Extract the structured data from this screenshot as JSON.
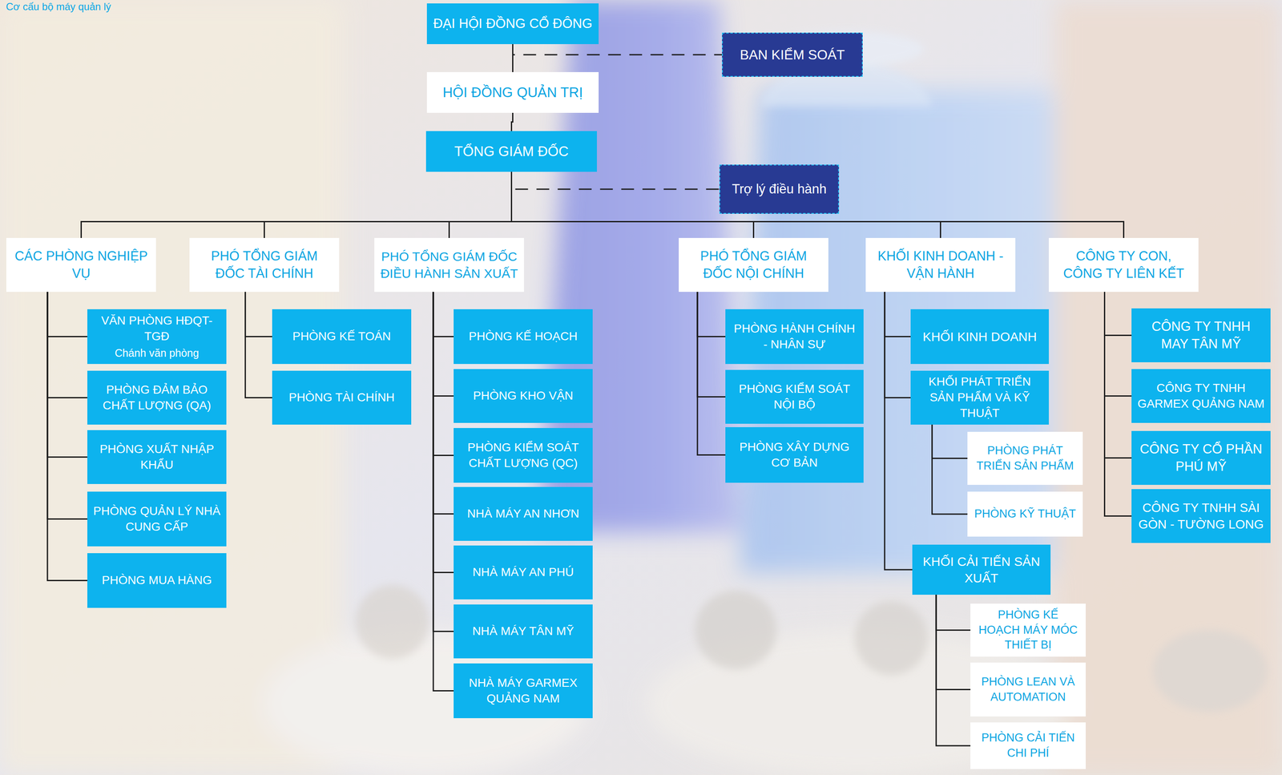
{
  "diagram": {
    "title": "Cơ cấu bộ máy quản lý",
    "nodes": [
      {
        "text": [
          "ĐẠI HỘI ĐỒNG CỔ ĐÔNG"
        ]
      },
      {
        "text": [
          "BAN KIỂM SOÁT"
        ]
      },
      {
        "text": [
          "HỘI ĐỒNG QUẢN TRỊ"
        ]
      },
      {
        "text": [
          "TỔNG GIÁM ĐỐC"
        ]
      },
      {
        "text": [
          "Trợ lý điều hành"
        ]
      },
      {
        "text": [
          "CÁC PHÒNG NGHIỆP VỤ"
        ]
      },
      {
        "text": [
          "PHÓ TỔNG GIÁM ĐỐC TÀI CHÍNH"
        ]
      },
      {
        "text": [
          "PHÓ TỔNG GIÁM ĐỐC ĐIỀU HÀNH SẢN XUẤT"
        ]
      },
      {
        "text": [
          "PHÓ TỔNG GIÁM ĐỐC NỘI CHÍNH"
        ]
      },
      {
        "text": [
          "KHỐI KINH DOANH - VẬN HÀNH"
        ]
      },
      {
        "text": [
          "CÔNG TY CON, CÔNG TY LIÊN KẾT"
        ]
      },
      {
        "text": [
          "VĂN PHÒNG HĐQT-TGĐ",
          "Chánh văn phòng"
        ]
      },
      {
        "text": [
          "PHÒNG ĐẢM BẢO CHẤT LƯỢNG (QA)"
        ]
      },
      {
        "text": [
          "PHÒNG XUẤT NHẬP KHẨU"
        ]
      },
      {
        "text": [
          "PHÒNG QUẢN LÝ NHÀ CUNG CẤP"
        ]
      },
      {
        "text": [
          "PHÒNG MUA HÀNG"
        ]
      },
      {
        "text": [
          "PHÒNG KẾ TOÁN"
        ]
      },
      {
        "text": [
          "PHÒNG TÀI CHÍNH"
        ]
      },
      {
        "text": [
          "PHÒNG KẾ HOẠCH"
        ]
      },
      {
        "text": [
          "PHÒNG KHO VẬN"
        ]
      },
      {
        "text": [
          "PHÒNG KIỂM SOÁT CHẤT LƯỢNG (QC)"
        ]
      },
      {
        "text": [
          "NHÀ MÁY AN NHƠN"
        ]
      },
      {
        "text": [
          "NHÀ MÁY AN PHÚ"
        ]
      },
      {
        "text": [
          "NHÀ MÁY TÂN MỸ"
        ]
      },
      {
        "text": [
          "NHÀ MÁY GARMEX QUẢNG NAM"
        ]
      },
      {
        "text": [
          "PHÒNG HÀNH CHÍNH - NHÂN SỰ"
        ]
      },
      {
        "text": [
          "PHÒNG KIỂM SOÁT NỘI BỘ"
        ]
      },
      {
        "text": [
          "PHÒNG XÂY DỰNG CƠ BẢN"
        ]
      },
      {
        "text": [
          "KHỐI KINH DOANH"
        ]
      },
      {
        "text": [
          "KHỐI PHÁT TRIỂN SẢN PHẨM VÀ KỸ THUẬT"
        ]
      },
      {
        "text": [
          "PHÒNG PHÁT TRIỂN SẢN PHẨM"
        ]
      },
      {
        "text": [
          "PHÒNG KỸ THUẬT"
        ]
      },
      {
        "text": [
          "KHỐI CẢI TIẾN SẢN XUẤT"
        ]
      },
      {
        "text": [
          "PHÒNG KẾ HOẠCH MÁY MÓC THIẾT BỊ"
        ]
      },
      {
        "text": [
          "PHÒNG LEAN VÀ AUTOMATION"
        ]
      },
      {
        "text": [
          "PHÒNG CẢI TIẾN CHI PHÍ"
        ]
      },
      {
        "text": [
          "CÔNG TY TNHH MAY TÂN MỸ"
        ]
      },
      {
        "text": [
          "CÔNG TY TNHH GARMEX QUẢNG NAM"
        ]
      },
      {
        "text": [
          "CÔNG TY CỔ PHẦN PHÚ MỸ"
        ]
      },
      {
        "text": [
          "CÔNG TY TNHH SÀI GÒN - TƯỜNG LONG"
        ]
      }
    ],
    "edges": [
      {
        "from": 0,
        "to": 1,
        "arrow": "none"
      },
      {
        "from": 0,
        "to": 2,
        "arrow": "none"
      },
      {
        "from": 2,
        "to": 3,
        "arrow": "none"
      },
      {
        "from": 3,
        "to": 4,
        "arrow": "none"
      },
      {
        "from": 3,
        "to": 5,
        "arrow": "none"
      },
      {
        "from": 3,
        "to": 6,
        "arrow": "none"
      },
      {
        "from": 3,
        "to": 7,
        "arrow": "none"
      },
      {
        "from": 3,
        "to": 8,
        "arrow": "none"
      },
      {
        "from": 3,
        "to": 9,
        "arrow": "none"
      },
      {
        "from": 3,
        "to": 10,
        "arrow": "none"
      },
      {
        "from": 5,
        "to": 11,
        "arrow": "none"
      },
      {
        "from": 5,
        "to": 12,
        "arrow": "none"
      },
      {
        "from": 5,
        "to": 13,
        "arrow": "none"
      },
      {
        "from": 5,
        "to": 14,
        "arrow": "none"
      },
      {
        "from": 5,
        "to": 15,
        "arrow": "none"
      },
      {
        "from": 6,
        "to": 16,
        "arrow": "none"
      },
      {
        "from": 6,
        "to": 17,
        "arrow": "none"
      },
      {
        "from": 7,
        "to": 18,
        "arrow": "none"
      },
      {
        "from": 7,
        "to": 19,
        "arrow": "none"
      },
      {
        "from": 7,
        "to": 20,
        "arrow": "none"
      },
      {
        "from": 7,
        "to": 21,
        "arrow": "none"
      },
      {
        "from": 7,
        "to": 22,
        "arrow": "none"
      },
      {
        "from": 7,
        "to": 23,
        "arrow": "none"
      },
      {
        "from": 7,
        "to": 24,
        "arrow": "none"
      },
      {
        "from": 8,
        "to": 25,
        "arrow": "none"
      },
      {
        "from": 8,
        "to": 26,
        "arrow": "none"
      },
      {
        "from": 8,
        "to": 27,
        "arrow": "none"
      },
      {
        "from": 9,
        "to": 28,
        "arrow": "none"
      },
      {
        "from": 9,
        "to": 29,
        "arrow": "none"
      },
      {
        "from": 9,
        "to": 32,
        "arrow": "none"
      },
      {
        "from": 29,
        "to": 30,
        "arrow": "none"
      },
      {
        "from": 29,
        "to": 31,
        "arrow": "none"
      },
      {
        "from": 32,
        "to": 33,
        "arrow": "none"
      },
      {
        "from": 32,
        "to": 34,
        "arrow": "none"
      },
      {
        "from": 32,
        "to": 35,
        "arrow": "none"
      },
      {
        "from": 10,
        "to": 36,
        "arrow": "none"
      },
      {
        "from": 10,
        "to": 37,
        "arrow": "none"
      },
      {
        "from": 10,
        "to": 38,
        "arrow": "none"
      },
      {
        "from": 10,
        "to": 39,
        "arrow": "none"
      }
    ]
  }
}
